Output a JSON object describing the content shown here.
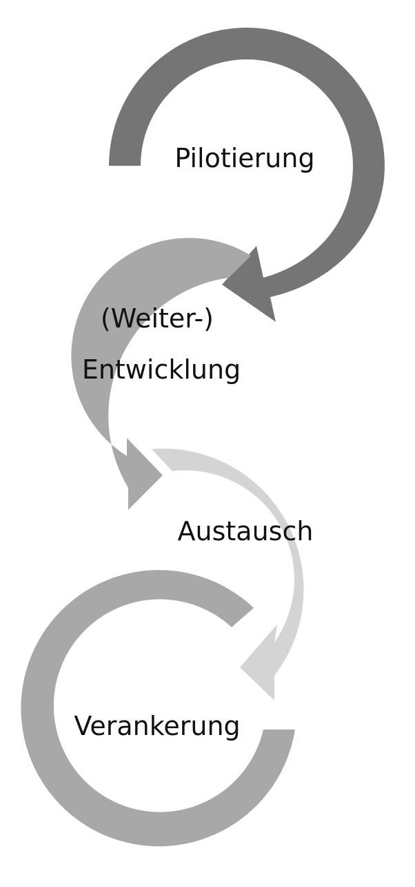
{
  "diagram": {
    "steps": [
      {
        "label_lines": [
          "Pilotierung"
        ],
        "color": "#757575"
      },
      {
        "label_lines": [
          "(Weiter-)",
          "Entwicklung"
        ],
        "color": "#a8a8a8"
      },
      {
        "label_lines": [
          "Austausch"
        ],
        "color": "#d4d4d4"
      },
      {
        "label_lines": [
          "Verankerung"
        ],
        "color": "#a8a8a8"
      }
    ]
  }
}
